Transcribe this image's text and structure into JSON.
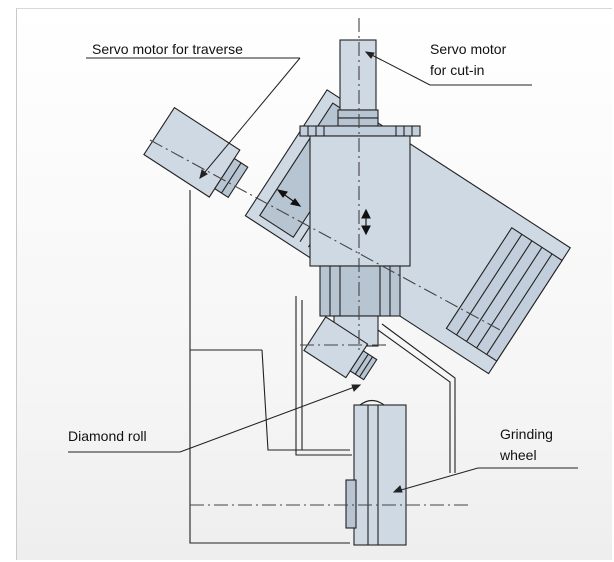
{
  "labels": {
    "traverse_motor": "Servo motor for traverse",
    "cutin_motor_line1": "Servo motor",
    "cutin_motor_line2": "for cut-in",
    "diamond_roll": "Diamond roll",
    "grinding_wheel_line1": "Grinding",
    "grinding_wheel_line2": "wheel"
  },
  "colors": {
    "part_fill": "#cfd9e4",
    "part_dark": "#b7c4d2",
    "line": "#222222",
    "background": "#f3f3f3"
  }
}
